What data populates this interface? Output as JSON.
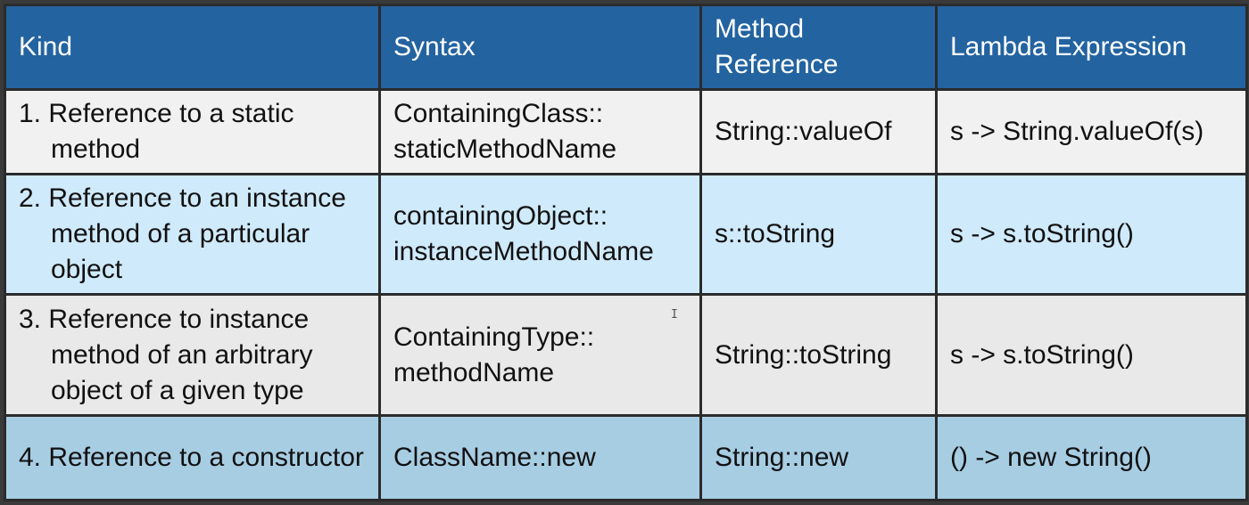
{
  "table": {
    "headers": [
      "Kind",
      "Syntax",
      "Method Reference",
      "Lambda Expression"
    ],
    "rows": [
      {
        "kind": "1. Reference to a static method",
        "syntax": "ContainingClass:: staticMethodName",
        "method_reference": "String::valueOf",
        "lambda": "s -> String.valueOf(s)"
      },
      {
        "kind": "2. Reference to an instance method of a particular object",
        "syntax": "containingObject:: instanceMethodName",
        "method_reference": "s::toString",
        "lambda": "s -> s.toString()"
      },
      {
        "kind": "3. Reference to instance method of an arbitrary object of a given type",
        "syntax": "ContainingType:: methodName",
        "method_reference": "String::toString",
        "lambda": "s -> s.toString()"
      },
      {
        "kind": "4. Reference to a constructor",
        "syntax": "ClassName::new",
        "method_reference": "String::new",
        "lambda": "() -> new String()"
      }
    ]
  },
  "colors": {
    "header_bg": "#2363a0",
    "header_text": "#ffffff",
    "row_1_bg": "#f1f1f1",
    "row_2_bg": "#cfeafb",
    "row_3_bg": "#e9e9e9",
    "row_4_bg": "#a7cde3",
    "border": "#2b2b2b"
  },
  "cursor": "I"
}
